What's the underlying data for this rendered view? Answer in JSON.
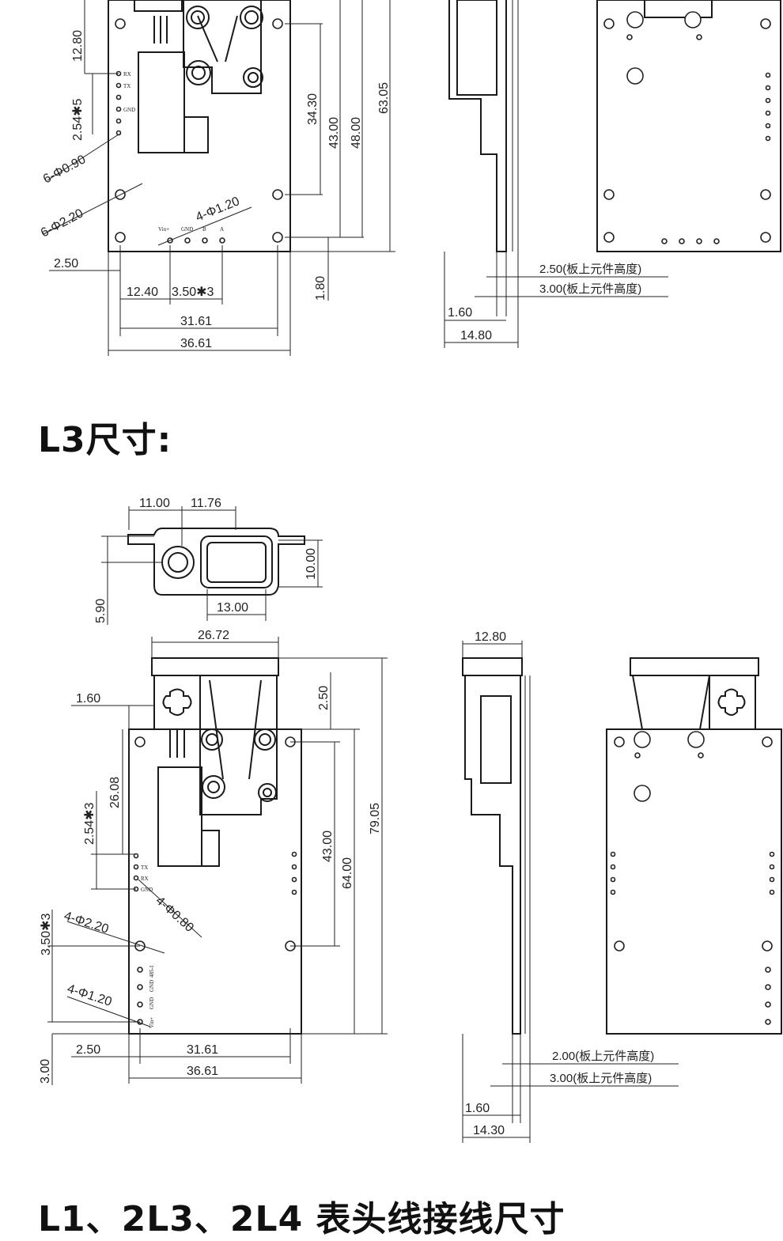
{
  "headings": {
    "l3_title": "L3尺寸:",
    "next_title": "L1、2L3、2L4 表头线接线尺寸"
  },
  "top": {
    "front_dims": [
      "12.80",
      "2.54✱5",
      "6-Φ0.90",
      "6-Φ2.20",
      "4-Φ1.20",
      "34.30",
      "43.00",
      "48.00",
      "63.05",
      "2.50",
      "1.80",
      "12.40",
      "3.50✱3",
      "31.61",
      "36.61"
    ],
    "pin_left": [
      "RX",
      "TX",
      "GND"
    ],
    "pin_bottom": [
      "Vin+",
      "GND",
      "B",
      "A"
    ],
    "side_dims": [
      "1.60",
      "14.80"
    ],
    "side_notes": [
      "2.50(板上元件高度)",
      "3.00(板上元件高度)"
    ]
  },
  "l3": {
    "top_view_dims": [
      "11.00",
      "11.76",
      "10.00",
      "13.00",
      "5.90"
    ],
    "front_dims": [
      "26.72",
      "1.60",
      "2.50",
      "26.08",
      "2.54✱3",
      "43.00",
      "64.00",
      "79.05",
      "4-Φ0.80",
      "4-Φ2.20",
      "3.50✱3",
      "4-Φ1.20",
      "2.50",
      "31.61",
      "36.61",
      "3.00"
    ],
    "pin_left": [
      "TX",
      "RX",
      "GND"
    ],
    "pin_bottom": [
      "Vin+",
      "GND",
      "GND",
      "485-I"
    ],
    "side_dims": [
      "12.80",
      "1.60",
      "14.30"
    ],
    "side_notes": [
      "2.00(板上元件高度)",
      "3.00(板上元件高度)"
    ]
  }
}
